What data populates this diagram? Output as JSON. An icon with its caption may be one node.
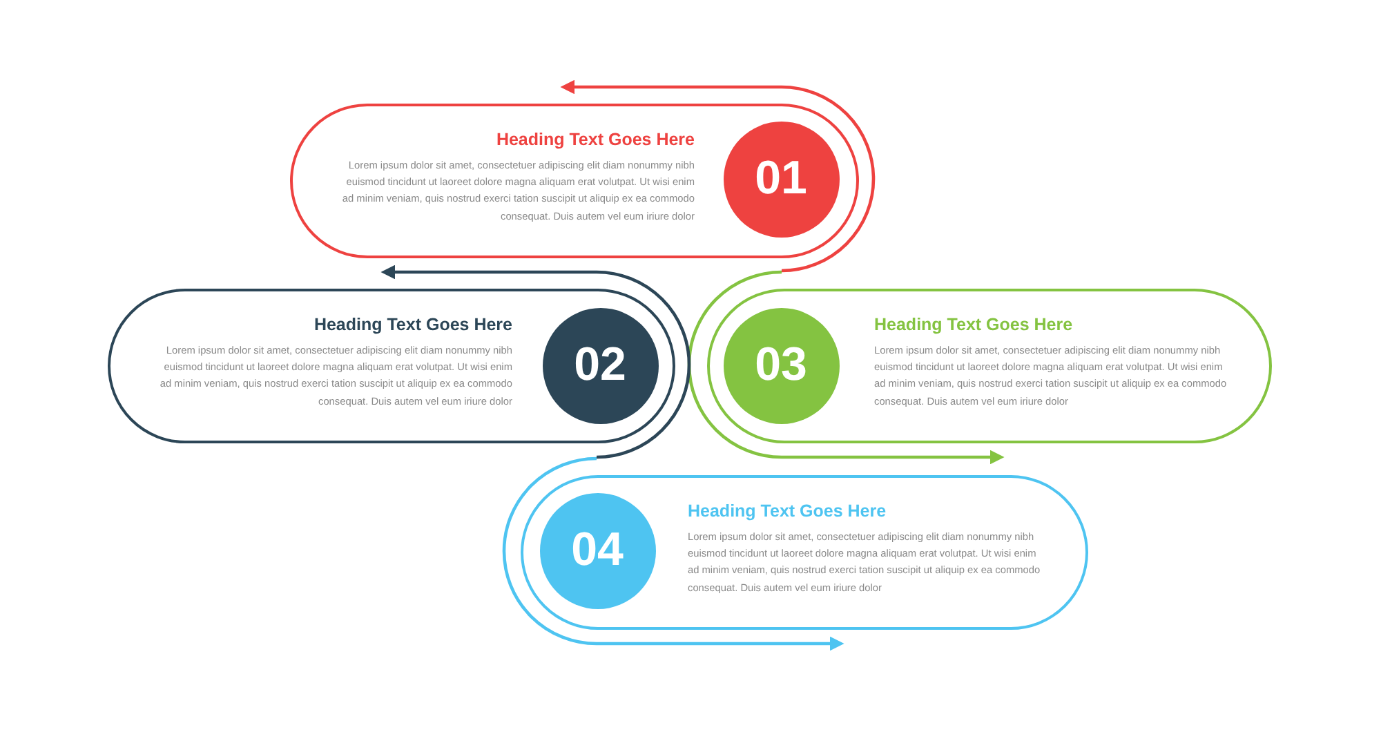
{
  "diagram": {
    "nodes": [
      {
        "text": [
          "Heading Text Goes Here",
          "Lorem ipsum dolor sit amet, consectetuer adipiscing elit diam nonummy nibh euismod tincidunt ut laoreet dolore magna aliquam erat volutpat. Ut wisi enim ad minim veniam, quis nostrud exerci tation suscipit ut aliquip ex ea commodo consequat. Duis autem vel eum iriure dolor"
        ]
      },
      {
        "text": [
          "01"
        ],
        "in": 0
      },
      {
        "text": [
          "Heading Text Goes Here",
          "Lorem ipsum dolor sit amet, consectetuer adipiscing elit diam nonummy nibh euismod tincidunt ut laoreet dolore magna aliquam erat volutpat. Ut wisi enim ad minim veniam, quis nostrud exerci tation suscipit ut aliquip ex ea commodo consequat. Duis autem vel eum iriure dolor"
        ]
      },
      {
        "text": [
          "02"
        ],
        "in": 2
      },
      {
        "text": [
          "Heading Text Goes Here",
          "Lorem ipsum dolor sit amet, consectetuer adipiscing elit diam nonummy nibh euismod tincidunt ut laoreet dolore magna aliquam erat volutpat. Ut wisi enim ad minim veniam, quis nostrud exerci tation suscipit ut aliquip ex ea commodo consequat. Duis autem vel eum iriure dolor"
        ]
      },
      {
        "text": [
          "03"
        ],
        "in": 4
      },
      {
        "text": [
          "Heading Text Goes Here",
          "Lorem ipsum dolor sit amet, consectetuer adipiscing elit diam nonummy nibh euismod tincidunt ut laoreet dolore magna aliquam erat volutpat. Ut wisi enim ad minim veniam, quis nostrud exerci tation suscipit ut aliquip ex ea commodo consequat. Duis autem vel eum iriure dolor"
        ]
      },
      {
        "text": [
          "04"
        ],
        "in": 6
      }
    ]
  }
}
